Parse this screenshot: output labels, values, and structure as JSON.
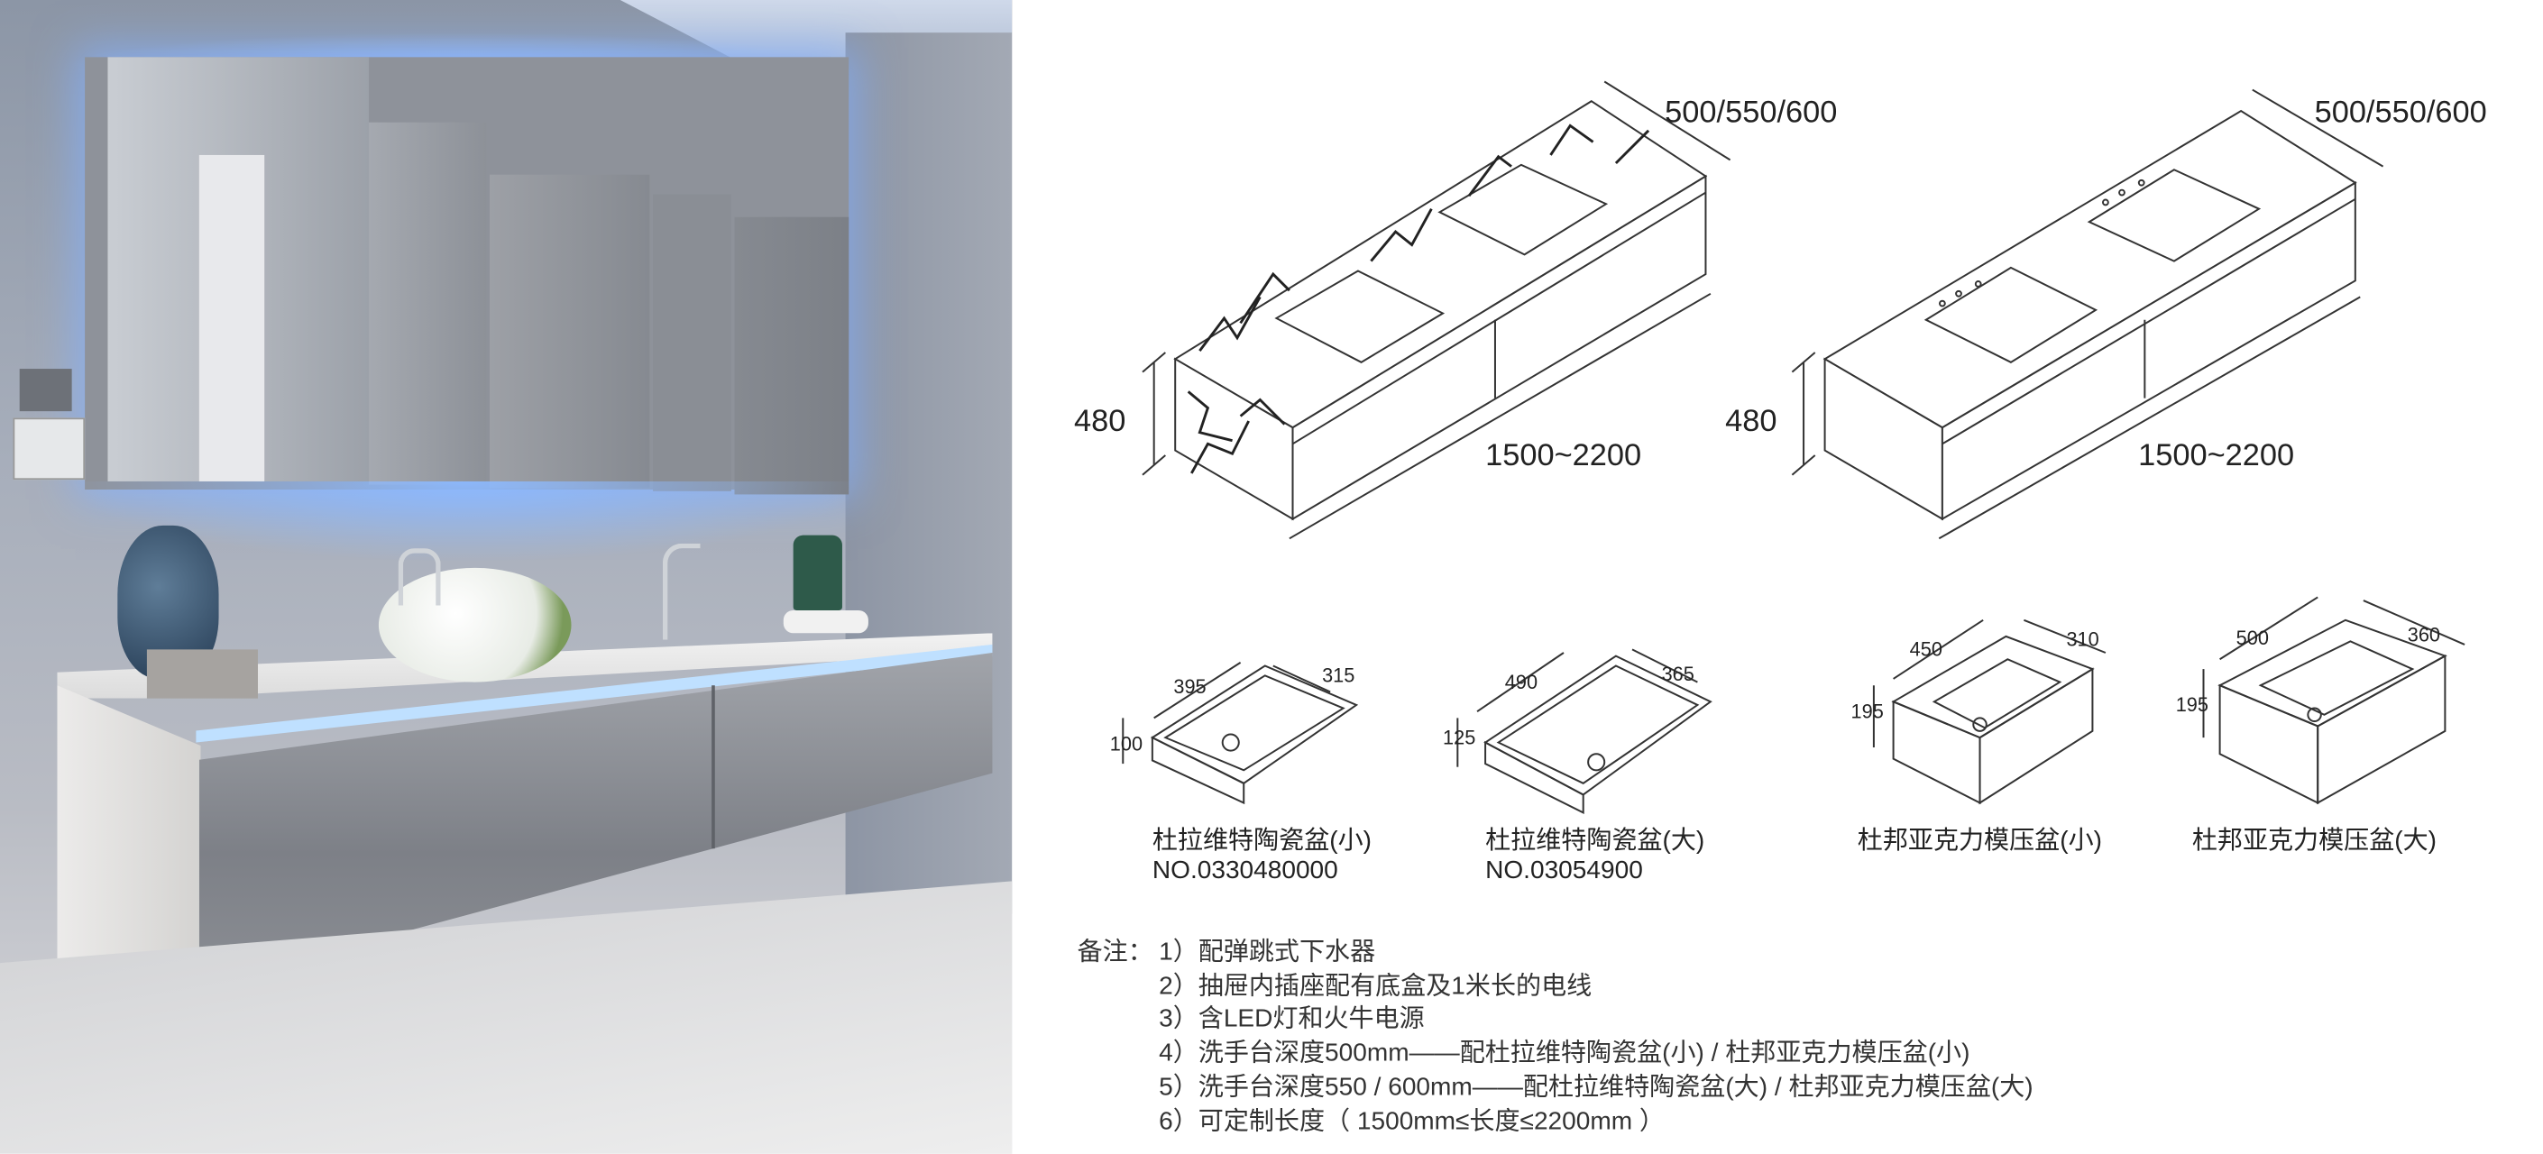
{
  "vanities": [
    {
      "depth_label": "500/550/600",
      "height_label": "480",
      "length_label": "1500~2200",
      "finish": "marble"
    },
    {
      "depth_label": "500/550/600",
      "height_label": "480",
      "length_label": "1500~2200",
      "finish": "plain"
    }
  ],
  "basins": [
    {
      "name": "杜拉维特陶瓷盆(小)",
      "code": "NO.0330480000",
      "length": "395",
      "width": "315",
      "height": "100"
    },
    {
      "name": "杜拉维特陶瓷盆(大)",
      "code": "NO.03054900",
      "length": "490",
      "width": "365",
      "height": "125"
    },
    {
      "name": "杜邦亚克力模压盆(小)",
      "length": "450",
      "width": "310",
      "height": "195"
    },
    {
      "name": "杜邦亚克力模压盆(大)",
      "length": "500",
      "width": "360",
      "height": "195"
    }
  ],
  "notes": {
    "heading": "备注：",
    "items": [
      "1）配弹跳式下水器",
      "2）抽屉内插座配有底盒及1米长的电线",
      "3）含LED灯和火牛电源",
      "4）洗手台深度500mm——配杜拉维特陶瓷盆(小) / 杜邦亚克力模压盆(小)",
      "5）洗手台深度550 / 600mm——配杜拉维特陶瓷盆(大) / 杜邦亚克力模压盆(大)",
      "6）可定制长度（ 1500mm≤长度≤2200mm ）"
    ]
  },
  "colors": {
    "led_glow": "#8fb8ff",
    "line": "#333333",
    "cabinet": "#8d9097"
  }
}
